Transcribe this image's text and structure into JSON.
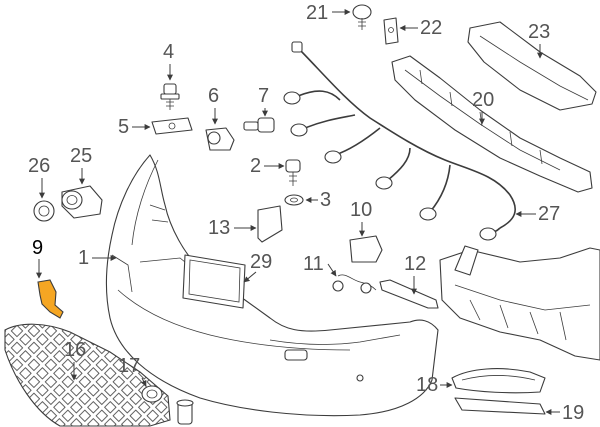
{
  "highlight_color": "#f5a623",
  "callouts": [
    {
      "id": "c1",
      "label": "1"
    },
    {
      "id": "c2",
      "label": "2"
    },
    {
      "id": "c3",
      "label": "3"
    },
    {
      "id": "c4",
      "label": "4"
    },
    {
      "id": "c5",
      "label": "5"
    },
    {
      "id": "c6",
      "label": "6"
    },
    {
      "id": "c7",
      "label": "7"
    },
    {
      "id": "c9",
      "label": "9",
      "highlighted": true
    },
    {
      "id": "c10",
      "label": "10"
    },
    {
      "id": "c11",
      "label": "11"
    },
    {
      "id": "c12",
      "label": "12"
    },
    {
      "id": "c13",
      "label": "13"
    },
    {
      "id": "c16",
      "label": "16"
    },
    {
      "id": "c17",
      "label": "17"
    },
    {
      "id": "c18",
      "label": "18"
    },
    {
      "id": "c19",
      "label": "19"
    },
    {
      "id": "c20",
      "label": "20"
    },
    {
      "id": "c21",
      "label": "21"
    },
    {
      "id": "c22",
      "label": "22"
    },
    {
      "id": "c23",
      "label": "23"
    },
    {
      "id": "c25",
      "label": "25"
    },
    {
      "id": "c26",
      "label": "26"
    },
    {
      "id": "c27",
      "label": "27"
    },
    {
      "id": "c29",
      "label": "29"
    }
  ]
}
